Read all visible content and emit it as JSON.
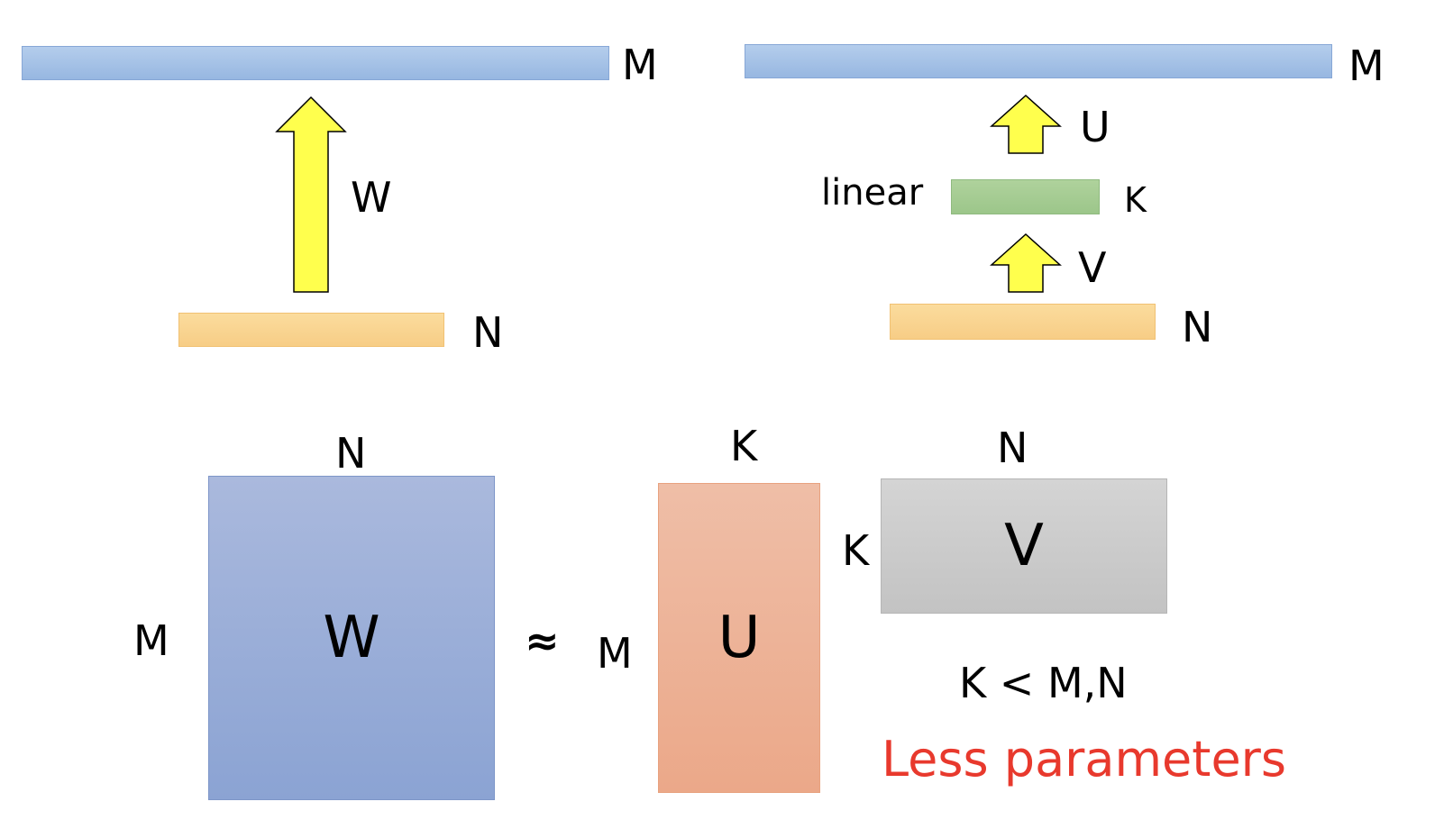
{
  "top_left": {
    "output_dim": "M",
    "input_dim": "N",
    "weight_label": "W"
  },
  "top_right": {
    "output_dim": "M",
    "input_dim": "N",
    "hidden_dim": "K",
    "hidden_label": "linear",
    "u_label": "U",
    "v_label": "V"
  },
  "bottom": {
    "w_matrix": {
      "label": "W",
      "rows": "M",
      "cols": "N"
    },
    "approx_symbol": "≈",
    "u_matrix": {
      "label": "U",
      "rows": "M",
      "cols": "K"
    },
    "v_matrix": {
      "label": "V",
      "rows": "K",
      "cols": "N"
    },
    "constraint": "K < M,N",
    "conclusion": "Less parameters"
  },
  "colors": {
    "output_bar": "#a6c3e8",
    "input_bar": "#f9d592",
    "hidden_bar": "#a6cc93",
    "arrow_fill": "#ffff4d",
    "w_matrix": "#9aaed8",
    "u_matrix": "#edb398",
    "v_matrix": "#cccccc",
    "conclusion_text": "#e8392d"
  }
}
